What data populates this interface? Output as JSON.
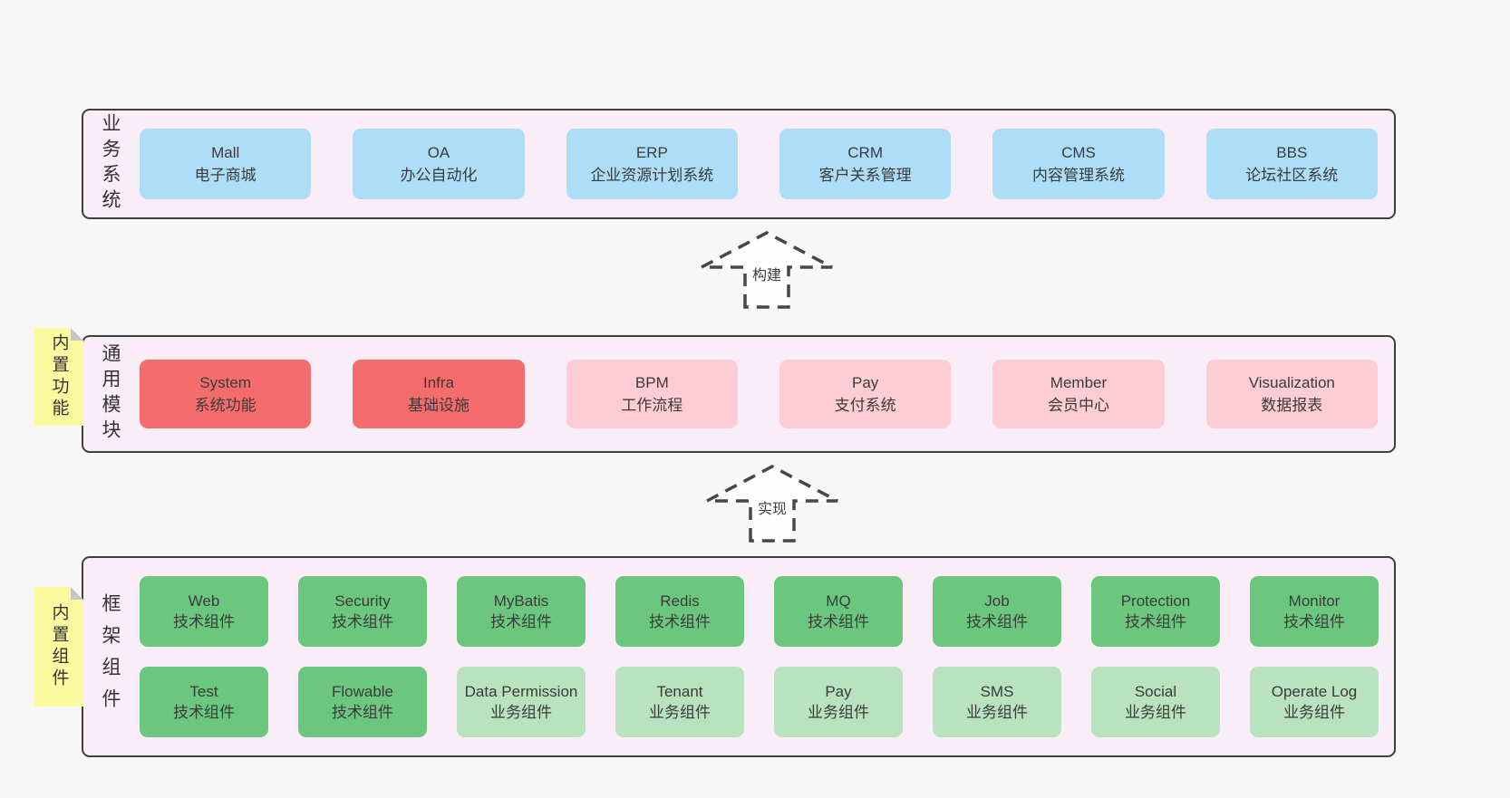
{
  "palette": {
    "page_bg": "#f7f7f7",
    "container_bg": "#f9eef8",
    "container_border": "#3f3f3f",
    "blue_box": "#aeddf8",
    "red_box": "#f56c6c",
    "pink_box": "#fdccd4",
    "green_box": "#6bc77e",
    "light_green_box": "#b9e2bf",
    "sticky_note": "#fcfa9e",
    "note_fold": "#c6c6c6",
    "text": "#3b3b3b"
  },
  "arrows": {
    "build": "构建",
    "implement": "实现"
  },
  "sections": {
    "business": {
      "side_label": "业务系统",
      "boxes": [
        {
          "name": "Mall",
          "desc": "电子商城"
        },
        {
          "name": "OA",
          "desc": "办公自动化"
        },
        {
          "name": "ERP",
          "desc": "企业资源计划系统"
        },
        {
          "name": "CRM",
          "desc": "客户关系管理"
        },
        {
          "name": "CMS",
          "desc": "内容管理系统"
        },
        {
          "name": "BBS",
          "desc": "论坛社区系统"
        }
      ]
    },
    "common": {
      "side_label": "通用模块",
      "note": "内置功能",
      "boxes": [
        {
          "name": "System",
          "desc": "系统功能"
        },
        {
          "name": "Infra",
          "desc": "基础设施"
        },
        {
          "name": "BPM",
          "desc": "工作流程"
        },
        {
          "name": "Pay",
          "desc": "支付系统"
        },
        {
          "name": "Member",
          "desc": "会员中心"
        },
        {
          "name": "Visualization",
          "desc": "数据报表"
        }
      ]
    },
    "framework": {
      "side_label": "框架组件",
      "note": "内置组件",
      "row1": [
        {
          "name": "Web",
          "desc": "技术组件"
        },
        {
          "name": "Security",
          "desc": "技术组件"
        },
        {
          "name": "MyBatis",
          "desc": "技术组件"
        },
        {
          "name": "Redis",
          "desc": "技术组件"
        },
        {
          "name": "MQ",
          "desc": "技术组件"
        },
        {
          "name": "Job",
          "desc": "技术组件"
        },
        {
          "name": "Protection",
          "desc": "技术组件"
        },
        {
          "name": "Monitor",
          "desc": "技术组件"
        }
      ],
      "row2": [
        {
          "name": "Test",
          "desc": "技术组件"
        },
        {
          "name": "Flowable",
          "desc": "技术组件"
        },
        {
          "name": "Data Permission",
          "desc": "业务组件"
        },
        {
          "name": "Tenant",
          "desc": "业务组件"
        },
        {
          "name": "Pay",
          "desc": "业务组件"
        },
        {
          "name": "SMS",
          "desc": "业务组件"
        },
        {
          "name": "Social",
          "desc": "业务组件"
        },
        {
          "name": "Operate Log",
          "desc": "业务组件"
        }
      ]
    }
  }
}
